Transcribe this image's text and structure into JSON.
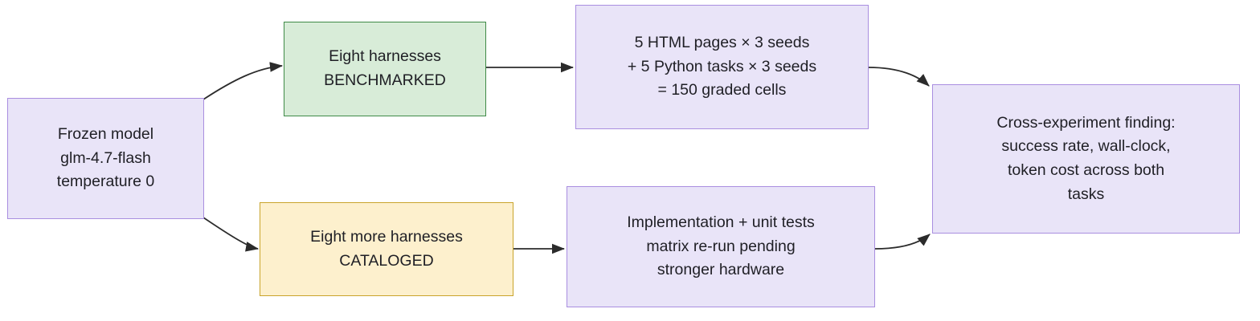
{
  "diagram": {
    "type": "flowchart",
    "direction": "left-to-right",
    "background": "#ffffff",
    "palette": {
      "purple_fill": "#e9e4f8",
      "purple_border": "#a98ee0",
      "green_fill": "#d8ecd8",
      "green_border": "#3f8a47",
      "yellow_fill": "#fdf0cd",
      "yellow_border": "#c9a42b",
      "edge_color": "#2b2b2b",
      "text_color": "#1f1f25"
    },
    "nodes": [
      {
        "id": "frozen-model",
        "style": "purple",
        "text": "Frozen model\nglm-4.7-flash\ntemperature 0"
      },
      {
        "id": "benchmarked",
        "style": "green",
        "text": "Eight harnesses\nBENCHMARKED"
      },
      {
        "id": "graded-cells",
        "style": "purple",
        "text": "5 HTML pages × 3 seeds\n+ 5 Python tasks × 3 seeds\n= 150 graded cells"
      },
      {
        "id": "cataloged",
        "style": "yellow",
        "text": "Eight more harnesses\nCATALOGED"
      },
      {
        "id": "matrix-rerun",
        "style": "purple",
        "text": "Implementation + unit tests\nmatrix re-run pending\nstronger hardware"
      },
      {
        "id": "cross-finding",
        "style": "purple",
        "text": "Cross-experiment finding:\nsuccess rate, wall-clock,\ntoken cost across both\ntasks"
      }
    ],
    "edges": [
      {
        "id": "edge-frozen-to-benchmarked",
        "from": "frozen-model",
        "to": "benchmarked",
        "label": ""
      },
      {
        "id": "edge-benchmarked-to-graded",
        "from": "benchmarked",
        "to": "graded-cells",
        "label": ""
      },
      {
        "id": "edge-graded-to-finding",
        "from": "graded-cells",
        "to": "cross-finding",
        "label": ""
      },
      {
        "id": "edge-frozen-to-cataloged",
        "from": "frozen-model",
        "to": "cataloged",
        "label": ""
      },
      {
        "id": "edge-cataloged-to-matrix",
        "from": "cataloged",
        "to": "matrix-rerun",
        "label": ""
      },
      {
        "id": "edge-matrix-to-finding",
        "from": "matrix-rerun",
        "to": "cross-finding",
        "label": ""
      }
    ]
  }
}
